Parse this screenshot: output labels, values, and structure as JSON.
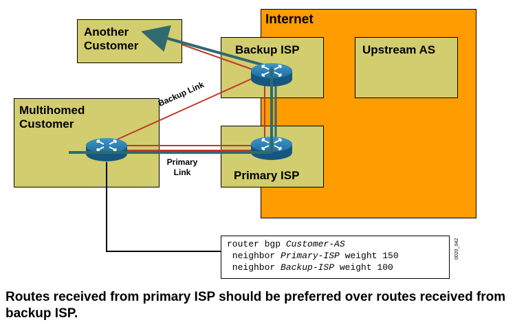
{
  "internet": {
    "label": "Internet"
  },
  "nodes": {
    "another_customer": {
      "label_line1": "Another",
      "label_line2": "Customer"
    },
    "multihomed_customer": {
      "label_line1": "Multihomed",
      "label_line2": "Customer"
    },
    "backup_isp": {
      "label": "Backup ISP"
    },
    "primary_isp": {
      "label": "Primary ISP"
    },
    "upstream_as": {
      "label": "Upstream AS"
    }
  },
  "links": {
    "backup": {
      "label": "Backup Link"
    },
    "primary": {
      "label_line1": "Primary",
      "label_line2": "Link"
    }
  },
  "config": {
    "line1_prefix": "router bgp ",
    "line1_var": "Customer-AS",
    "line2_prefix": " neighbor ",
    "line2_var": "Primary-ISP",
    "line2_suffix": " weight 150",
    "line3_prefix": " neighbor ",
    "line3_var": "Backup-ISP",
    "line3_suffix": " weight 100"
  },
  "figure_id": "0020_042",
  "caption": "Routes received from primary ISP should be preferred over routes received from backup ISP.",
  "colors": {
    "box_fill": "#d2cd6e",
    "internet_fill": "#ff9c00",
    "traffic_arrow": "#2f6a6e",
    "link_red": "#c0392b",
    "router_blue": "#1f6fa0"
  }
}
